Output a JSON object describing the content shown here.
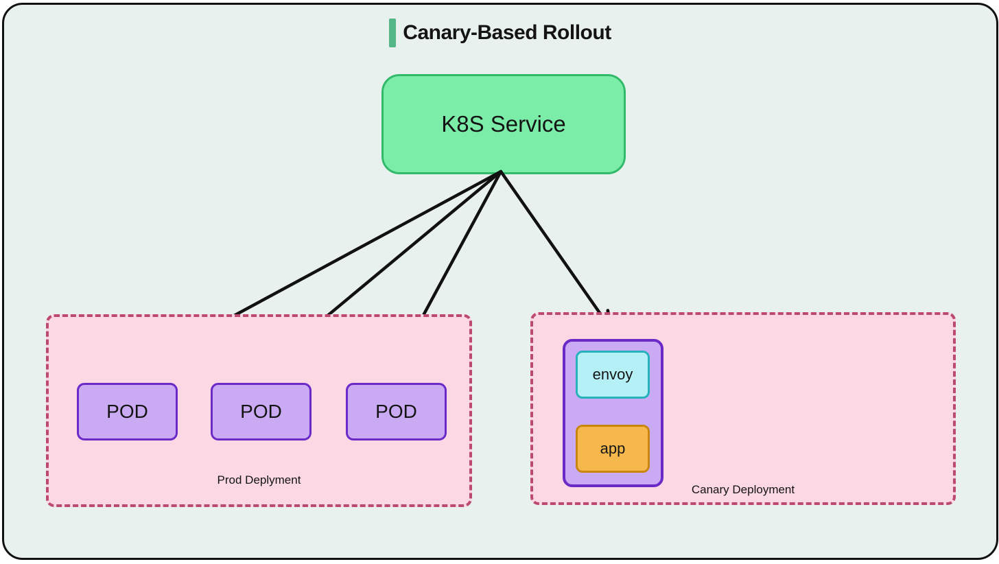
{
  "title": {
    "text": "Canary-Based Rollout"
  },
  "diagram": {
    "service": {
      "label": "K8S Service"
    },
    "prod_deployment": {
      "label": "Prod Deplyment",
      "pods": [
        {
          "label": "POD"
        },
        {
          "label": "POD"
        },
        {
          "label": "POD"
        }
      ]
    },
    "canary_deployment": {
      "label": "Canary Deployment",
      "pod": {
        "sidecar": {
          "label": "envoy"
        },
        "app": {
          "label": "app"
        }
      }
    },
    "edges": [
      {
        "from": "k8s-service",
        "to": "prod-pod-1"
      },
      {
        "from": "k8s-service",
        "to": "prod-pod-2"
      },
      {
        "from": "k8s-service",
        "to": "prod-pod-3"
      },
      {
        "from": "k8s-service",
        "to": "canary-pod"
      }
    ]
  },
  "colors": {
    "canvas_background": "#e9f1ee",
    "canvas_border": "#111111",
    "title_accent": "#55b685",
    "service_fill": "#7ceda9",
    "service_border": "#31ba6a",
    "deployment_fill": "#fcd7e4",
    "deployment_border": "#bc4a6e",
    "pod_fill": "#c9aaf3",
    "pod_border": "#6b2ac8",
    "envoy_fill": "#b4f0f6",
    "envoy_border": "#25b2ba",
    "app_fill": "#f6b84c",
    "app_border": "#c9860e",
    "arrow": "#111111"
  }
}
